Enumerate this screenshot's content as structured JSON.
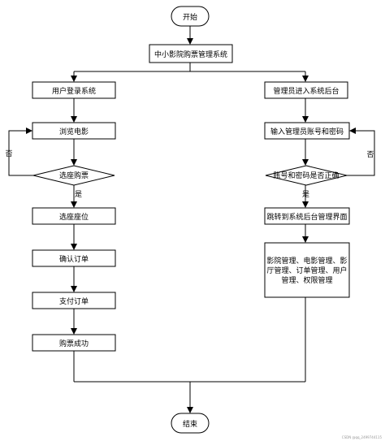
{
  "diagram": {
    "start": "开始",
    "system": "中小影院购票管理系统",
    "user_login": "用户登录系统",
    "browse": "浏览电影",
    "select_ticket": "选座购票",
    "select_seat": "选座座位",
    "confirm_order": "确认订单",
    "pay_order": "支付订单",
    "success": "购票成功",
    "admin_enter": "管理员进入系统后台",
    "input_credentials": "输入管理员账号和密码",
    "check_credentials": "账号和密码是否正确",
    "jump_admin": "跳转到系统后台管理界面",
    "admin_functions_lines": [
      "影院管理、电影管理、影",
      "厅管理、订单管理、用户",
      "管理、权限管理"
    ],
    "end": "结束",
    "no_left": "否",
    "yes_left": "是",
    "no_right": "否",
    "yes_right": "是"
  },
  "watermark": "CSDN @qq_2499744115"
}
